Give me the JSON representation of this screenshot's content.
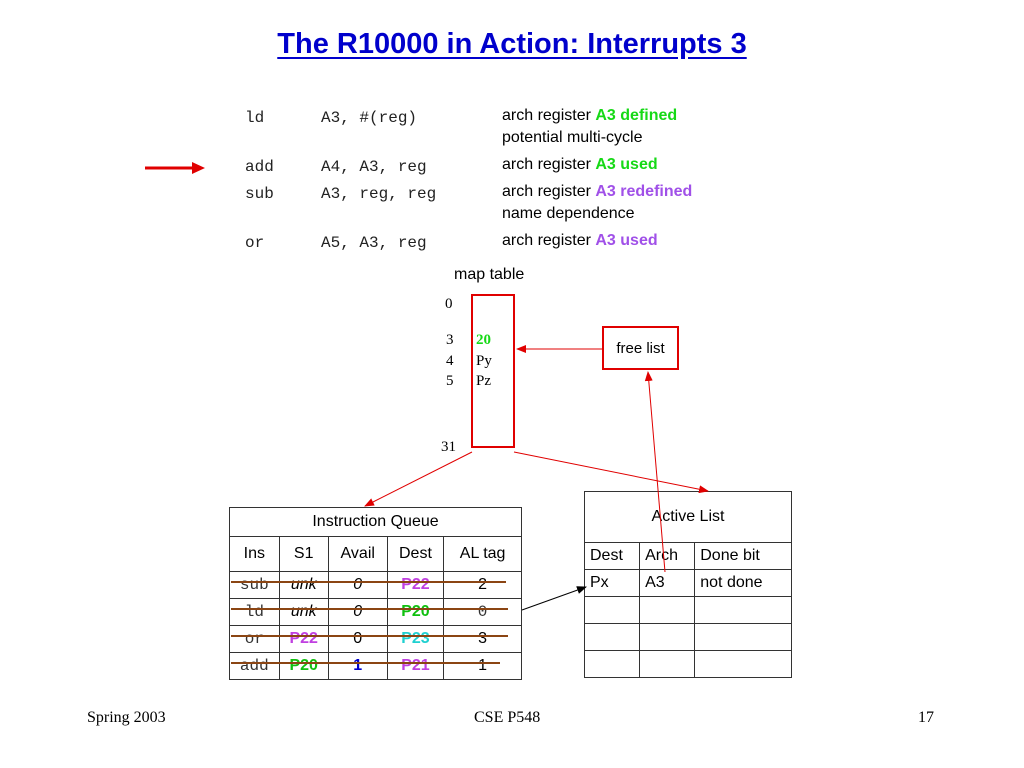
{
  "title": "The R10000 in Action: Interrupts 3",
  "code": [
    {
      "op": "ld",
      "args": "A3, #(reg)",
      "desc_prefix": "arch register ",
      "desc_highlight": "A3 defined",
      "highlight_color": "green",
      "note": "potential multi-cycle"
    },
    {
      "op": "add",
      "args": "A4, A3, reg",
      "desc_prefix": "arch register ",
      "desc_highlight": "A3 used",
      "highlight_color": "green",
      "note": ""
    },
    {
      "op": "sub",
      "args": "A3, reg, reg",
      "desc_prefix": "arch register ",
      "desc_highlight": "A3 redefined",
      "highlight_color": "purple",
      "note": "name dependence"
    },
    {
      "op": "or",
      "args": "A5, A3, reg",
      "desc_prefix": "arch register ",
      "desc_highlight": "A3 used",
      "highlight_color": "purple",
      "note": ""
    }
  ],
  "map_table": {
    "label": "map table",
    "indices": [
      "0",
      "3",
      "4",
      "5",
      "31"
    ],
    "values": [
      "20",
      "Py",
      "Pz"
    ]
  },
  "free_list": {
    "label": "free list"
  },
  "instruction_queue": {
    "title": "Instruction Queue",
    "headers": [
      "Ins",
      "S1",
      "Avail",
      "Dest",
      "AL tag"
    ],
    "rows": [
      [
        "sub",
        "unk",
        "0",
        "P22",
        "2"
      ],
      [
        "ld",
        "unk",
        "0",
        "P20",
        "0"
      ],
      [
        "or",
        "P22",
        "0",
        "P23",
        "3"
      ],
      [
        "add",
        "P20",
        "1",
        "P21",
        "1"
      ]
    ]
  },
  "active_list": {
    "title": "Active List",
    "headers": [
      "Dest",
      "Arch",
      "Done bit"
    ],
    "rows": [
      [
        "Px",
        "A3",
        "not done"
      ],
      [
        "",
        "",
        ""
      ],
      [
        "",
        "",
        ""
      ],
      [
        "",
        "",
        ""
      ]
    ]
  },
  "footer": {
    "left": "Spring 2003",
    "center": "CSE P548",
    "right": "17"
  },
  "colors": {
    "green": "#16d916",
    "purple": "#a050e8",
    "red": "#e00000",
    "title": "#0000cc",
    "strike": "#8b4513"
  }
}
